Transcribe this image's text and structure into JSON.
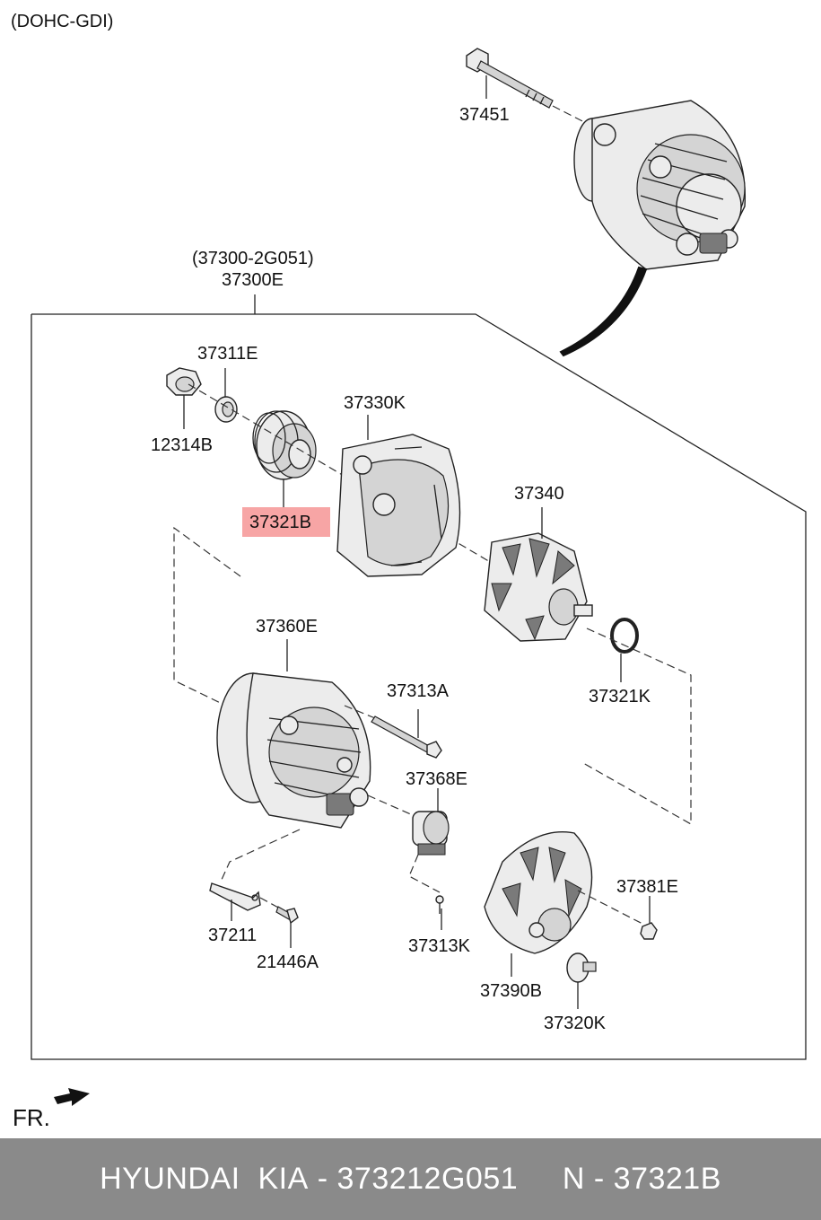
{
  "diagram": {
    "engine_label": "(DOHC-GDI)",
    "assembly_label_1": "(37300-2G051)",
    "assembly_label_2": "37300E",
    "direction_label": "FR.",
    "highlight_color": "#f7a5a5",
    "parts": {
      "p37451": "37451",
      "p37311E": "37311E",
      "p12314B": "12314B",
      "p37330K": "37330K",
      "p37321B": "37321B",
      "p37340": "37340",
      "p37360E": "37360E",
      "p37321K": "37321K",
      "p37313A": "37313A",
      "p37368E": "37368E",
      "p37381E": "37381E",
      "p37211": "37211",
      "p21446A": "21446A",
      "p37313K": "37313K",
      "p37390B": "37390B",
      "p37320K": "37320K"
    }
  },
  "footer": {
    "brand": "HYUNDAI  KIA",
    "separator_1": " - ",
    "part_number": "373212G051",
    "gap": "     ",
    "n_label": "N",
    "separator_2": " - ",
    "catalog_number": "37321B"
  }
}
